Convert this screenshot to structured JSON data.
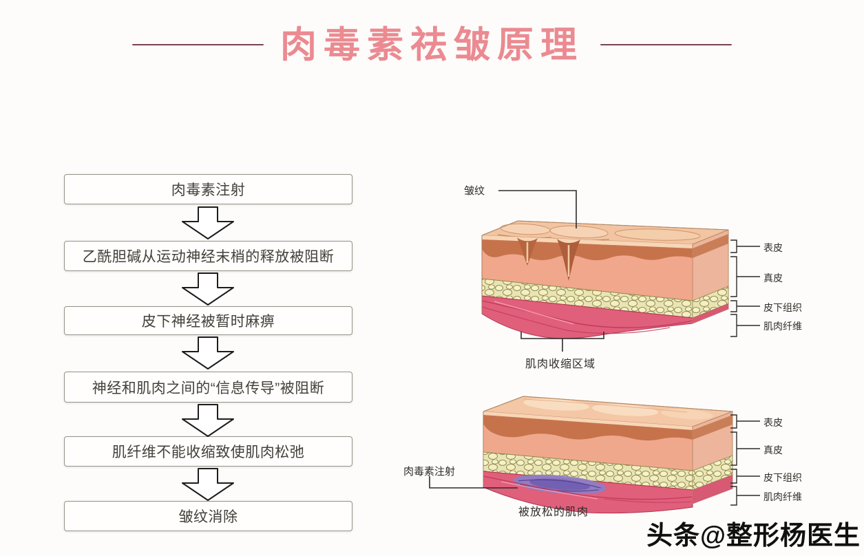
{
  "title": {
    "text": "肉毒素祛皱原理"
  },
  "flowchart": {
    "steps": [
      {
        "label": "肉毒素注射"
      },
      {
        "label": "乙酰胆碱从运动神经末梢的释放被阻断"
      },
      {
        "label": "皮下神经被暂时麻痹"
      },
      {
        "label": "神经和肌肉之间的“信息传导”被阻断"
      },
      {
        "label": "肌纤维不能收缩致使肌肉松弛"
      },
      {
        "label": "皱纹消除"
      }
    ]
  },
  "diagram_wrinkled": {
    "callout": "皱纹",
    "layers": [
      "表皮",
      "真皮",
      "皮下组织",
      "肌肉纤维"
    ],
    "caption": "肌肉收缩区域"
  },
  "diagram_relaxed": {
    "callout": "肉毒素注射",
    "layers": [
      "表皮",
      "真皮",
      "皮下组织",
      "肌肉纤维"
    ],
    "caption": "被放松的肌肉"
  },
  "watermark": {
    "text": "头条@整形杨医生"
  },
  "colors": {
    "title_pink": "#eb8a91",
    "rule_red": "#75444c",
    "box_border": "#96928a",
    "box_text": "#44403a",
    "annotation_line": "#2b2b2b",
    "skin_surface": "#f4c7a6",
    "epidermis": "#c6734c",
    "dermis": "#f1a78c",
    "subcutaneous_fat": "#efeabf",
    "muscle": "#e05f7a",
    "relaxed_muscle_purple": "#8e7dc6",
    "watermark_black": "#101010"
  }
}
